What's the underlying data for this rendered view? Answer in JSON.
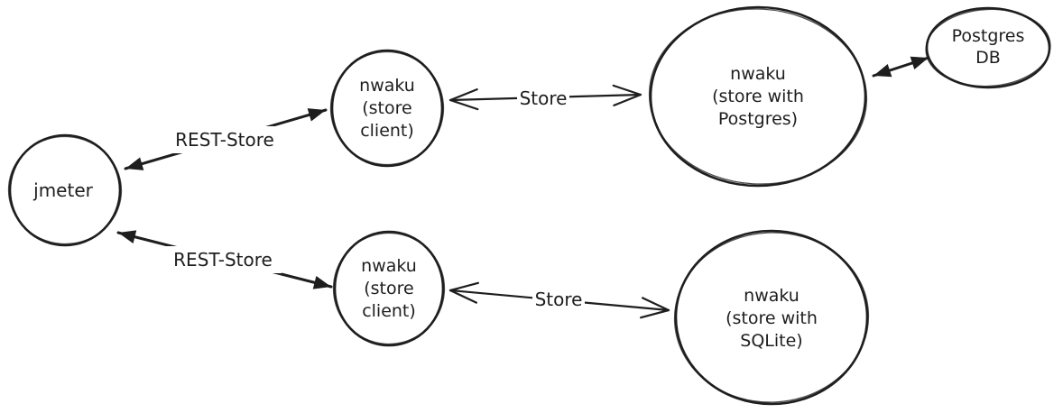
{
  "canvas": {
    "background": "#ffffff",
    "ink": "#1e1e1e",
    "style": "hand-drawn-sketch"
  },
  "nodes": {
    "jmeter": {
      "line1": "jmeter"
    },
    "client_top": {
      "line1": "nwaku",
      "line2": "(store",
      "line3": "client)"
    },
    "postgres_node": {
      "line1": "nwaku",
      "line2": "(store with",
      "line3": "Postgres)"
    },
    "postgres_db": {
      "line1": "Postgres",
      "line2": "DB"
    },
    "client_bottom": {
      "line1": "nwaku",
      "line2": "(store",
      "line3": "client)"
    },
    "sqlite_node": {
      "line1": "nwaku",
      "line2": "(store with",
      "line3": "SQLite)"
    }
  },
  "edges": {
    "rest_store_top": {
      "label": "REST-Store",
      "from": "jmeter",
      "to": "client_top",
      "direction": "bidirectional"
    },
    "store_top": {
      "label": "Store",
      "from": "client_top",
      "to": "postgres_node",
      "direction": "bidirectional"
    },
    "db_link": {
      "label": "",
      "from": "postgres_node",
      "to": "postgres_db",
      "direction": "bidirectional"
    },
    "rest_store_bottom": {
      "label": "REST-Store",
      "from": "jmeter",
      "to": "client_bottom",
      "direction": "bidirectional"
    },
    "store_bottom": {
      "label": "Store",
      "from": "client_bottom",
      "to": "sqlite_node",
      "direction": "bidirectional"
    }
  }
}
